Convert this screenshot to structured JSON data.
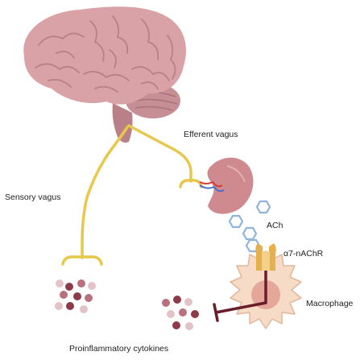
{
  "labels": {
    "efferent_vagus": "Efferent vagus",
    "sensory_vagus": "Sensory vagus",
    "ach": "ACh",
    "receptor": "α7-nAChR",
    "macrophage": "Macrophage",
    "cytokines": "Proinflammatory cytokines"
  },
  "colors": {
    "brain": "#d9a2a6",
    "brain_fold": "#b88088",
    "brainstem": "#b98088",
    "nerve": "#e7c84b",
    "spleen": "#cf8a90",
    "ach_hexagon": "#8fb4e0",
    "receptor": "#e6b04f",
    "macrophage": "#f6dbc6",
    "macrophage_edge": "#e2b79c",
    "nucleus": "#e6a79b",
    "inhibition": "#6a1e2a",
    "cytokine_dark": "#8e3a48",
    "cytokine_mid": "#b8707c",
    "cytokine_light": "#e3c3c8"
  },
  "icons": [
    "brain-icon",
    "spleen-icon",
    "ach-molecule-icon",
    "macrophage-icon",
    "cytokine-icon",
    "inhibition-arrow-icon"
  ]
}
